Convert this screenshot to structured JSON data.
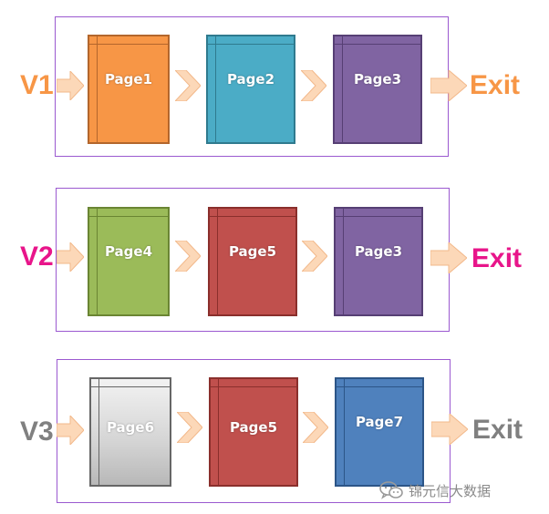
{
  "colors": {
    "box_border": "#9b59d0",
    "arrow_fill": "#fcd8b8",
    "arrow_stroke": "#f2b88a",
    "v1_text": "#f79646",
    "v2_text": "#e8158a",
    "v3_text": "#808080",
    "orange": "#f79646",
    "teal": "#4bacc6",
    "purple": "#8064a2",
    "green": "#9bbb59",
    "red": "#c0504d",
    "blue": "#4f81bd",
    "gray": "#d9d9d9"
  },
  "rows": [
    {
      "version": "V1",
      "exit": "Exit",
      "pages": [
        {
          "label": "Page1",
          "color": "orange"
        },
        {
          "label": "Page2",
          "color": "teal"
        },
        {
          "label": "Page3",
          "color": "purple"
        }
      ]
    },
    {
      "version": "V2",
      "exit": "Exit",
      "pages": [
        {
          "label": "Page4",
          "color": "green"
        },
        {
          "label": "Page5",
          "color": "red"
        },
        {
          "label": "Page3",
          "color": "purple"
        }
      ]
    },
    {
      "version": "V3",
      "exit": "Exit",
      "pages": [
        {
          "label": "Page6",
          "color": "gray"
        },
        {
          "label": "Page5",
          "color": "red"
        },
        {
          "label": "Page7",
          "color": "blue"
        }
      ]
    }
  ],
  "watermark": {
    "text": "锦元信大数据",
    "icon": "wechat-icon"
  }
}
